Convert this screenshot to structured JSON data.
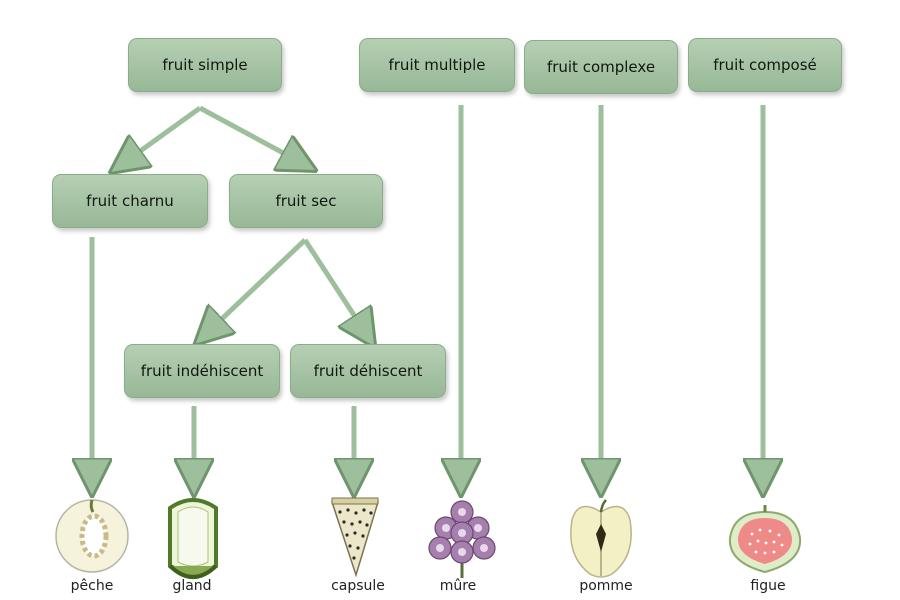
{
  "nodes": {
    "fruit_simple": "fruit simple",
    "fruit_multiple": "fruit multiple",
    "fruit_complexe": "fruit complexe",
    "fruit_compose": "fruit composé",
    "fruit_charnu": "fruit charnu",
    "fruit_sec": "fruit sec",
    "fruit_indehiscent": "fruit indéhiscent",
    "fruit_dehiscent": "fruit déhiscent"
  },
  "examples": {
    "peche": "pêche",
    "gland": "gland",
    "capsule": "capsule",
    "mure": "mûre",
    "pomme": "pomme",
    "figue": "figue"
  },
  "colors": {
    "box": "#a8c5a6",
    "arrow": "#9dbf9b",
    "arrow_edge": "#6f956d"
  }
}
